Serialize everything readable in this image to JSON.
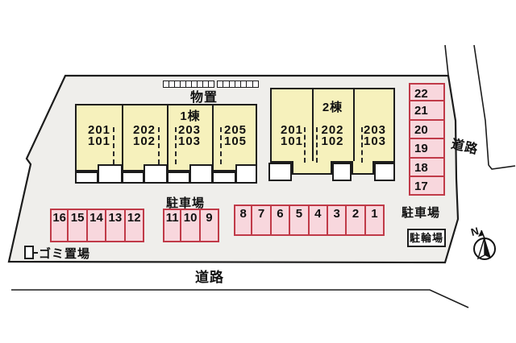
{
  "site": {
    "storage_label": "物置",
    "garbage_label": "ゴミ置場",
    "bike_label": "駐輪場",
    "parking_label_mid": "駐車場",
    "parking_label_right": "駐車場",
    "road_bottom": "道路",
    "road_right": "道路",
    "compass_n": "N"
  },
  "buildings": {
    "b1": {
      "title": "1棟",
      "units": [
        {
          "upper": "201",
          "lower": "101"
        },
        {
          "upper": "202",
          "lower": "102"
        },
        {
          "upper": "203",
          "lower": "103"
        },
        {
          "upper": "205",
          "lower": "105"
        }
      ]
    },
    "b2": {
      "title": "2棟",
      "units": [
        {
          "upper": "201",
          "lower": "101"
        },
        {
          "upper": "202",
          "lower": "102"
        },
        {
          "upper": "203",
          "lower": "103"
        }
      ]
    }
  },
  "parking": {
    "row_left": [
      "16",
      "15",
      "14",
      "13",
      "12"
    ],
    "row_mid": [
      "11",
      "10",
      "9"
    ],
    "row_right": [
      "8",
      "7",
      "6",
      "5",
      "4",
      "3",
      "2",
      "1"
    ],
    "col_right": [
      "22",
      "21",
      "20",
      "19",
      "18",
      "17"
    ]
  },
  "colors": {
    "plot_fill": "#efeeeb",
    "building_fill": "#f6f1bc",
    "parking_fill": "#f8d7dd",
    "parking_border": "#c03a48",
    "outline": "#1c1c1c"
  }
}
